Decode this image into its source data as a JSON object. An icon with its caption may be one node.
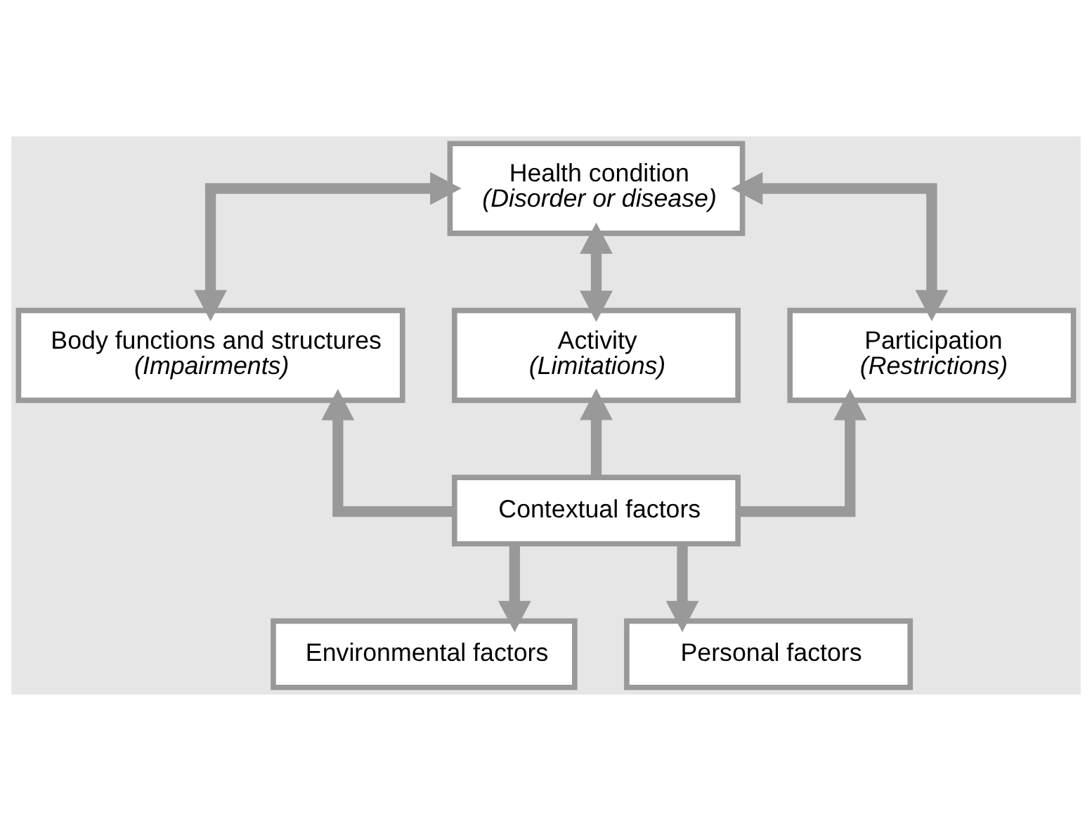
{
  "diagram": {
    "nodes": [
      {
        "text": [
          "Health condition",
          "(Disorder or disease)"
        ]
      },
      {
        "text": [
          "Body functions and structures",
          "(Impairments)"
        ]
      },
      {
        "text": [
          "Activity",
          "(Limitations)"
        ]
      },
      {
        "text": [
          "Participation",
          "(Restrictions)"
        ]
      },
      {
        "text": [
          "Contextual factors"
        ]
      },
      {
        "text": [
          "Environmental factors"
        ]
      },
      {
        "text": [
          "Personal factors"
        ]
      }
    ],
    "edges": [
      {
        "from": 0,
        "to": 1,
        "arrow": "both"
      },
      {
        "from": 0,
        "to": 2,
        "arrow": "both"
      },
      {
        "from": 0,
        "to": 3,
        "arrow": "both"
      },
      {
        "from": 4,
        "to": 1,
        "arrow": "to"
      },
      {
        "from": 4,
        "to": 2,
        "arrow": "to"
      },
      {
        "from": 4,
        "to": 3,
        "arrow": "to"
      },
      {
        "from": 4,
        "to": 5,
        "arrow": "to"
      },
      {
        "from": 4,
        "to": 6,
        "arrow": "to"
      }
    ]
  }
}
